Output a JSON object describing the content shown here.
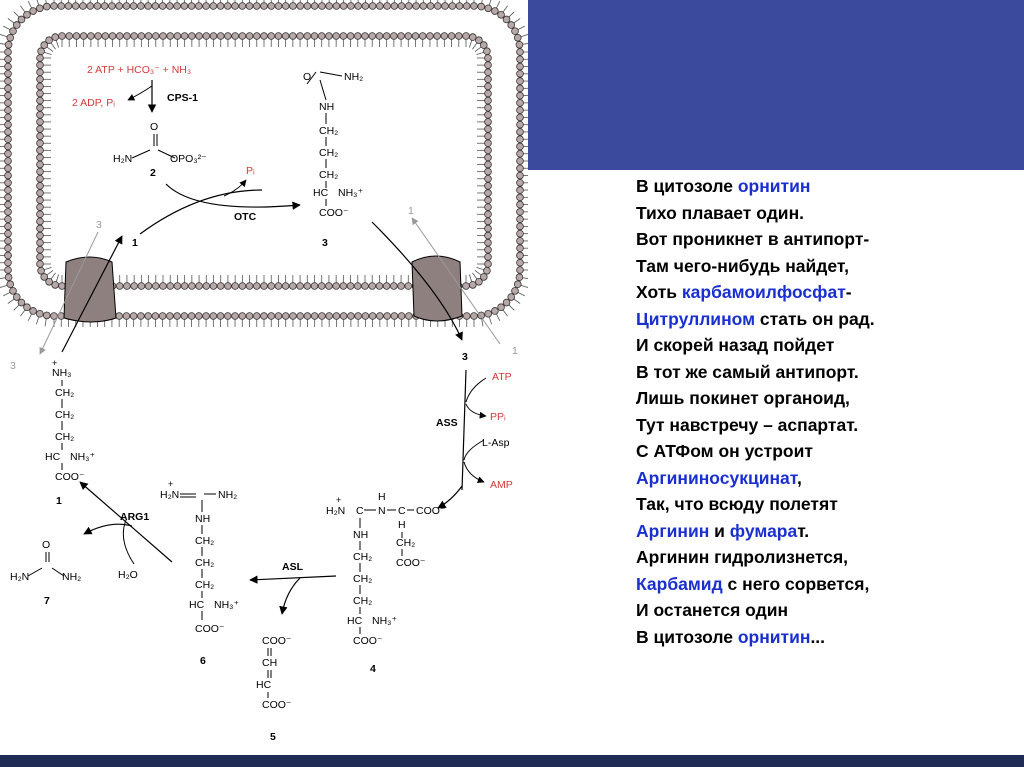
{
  "colors": {
    "header_block": "#3b4a9c",
    "bottom_bar": "#1f2a55",
    "highlight": "#1a2fd0",
    "red_label": "#d33a3a",
    "membrane_head": "#b8a8a8",
    "channel": "#8f8080"
  },
  "poem": {
    "lines": [
      [
        {
          "t": "В цитозоле "
        },
        {
          "t": "орнитин",
          "hl": true
        }
      ],
      [
        {
          "t": "Тихо плавает один."
        }
      ],
      [
        {
          "t": "Вот проникнет в антипорт-"
        }
      ],
      [
        {
          "t": "Там чего-нибудь найдет,"
        }
      ],
      [
        {
          "t": "Хоть "
        },
        {
          "t": "карбамоилфосфат",
          "hl": true
        },
        {
          "t": "-"
        }
      ],
      [
        {
          "t": "Цитруллином",
          "hl": true
        },
        {
          "t": " стать он рад."
        }
      ],
      [
        {
          "t": "И скорей назад пойдет"
        }
      ],
      [
        {
          "t": "В тот же самый антипорт."
        }
      ],
      [
        {
          "t": "Лишь покинет органоид,"
        }
      ],
      [
        {
          "t": "Тут навстречу – аспартат."
        }
      ],
      [
        {
          "t": "С АТФом он устроит"
        }
      ],
      [
        {
          "t": "Аргининосукцинат",
          "hl": true
        },
        {
          "t": ","
        }
      ],
      [
        {
          "t": "Так, что всюду полетят"
        }
      ],
      [
        {
          "t": "Аргинин",
          "hl": true
        },
        {
          "t": " и "
        },
        {
          "t": "фумара",
          "hl": true
        },
        {
          "t": "т."
        }
      ],
      [
        {
          "t": "Аргинин гидролизнется,"
        }
      ],
      [
        {
          "t": "Карбамид",
          "hl": true
        },
        {
          "t": " с него сорвется,"
        }
      ],
      [
        {
          "t": "И останется один"
        }
      ],
      [
        {
          "t": "В цитозоле "
        },
        {
          "t": "орнитин",
          "hl": true
        },
        {
          "t": "..."
        }
      ]
    ]
  },
  "diagram": {
    "reaction_top": "2 ATP + HCO₃⁻ + NH₃",
    "adp": "2 ADP, Pᵢ",
    "cps": "CPS-1",
    "pi": "Pᵢ",
    "otc": "OTC",
    "ass": "ASS",
    "asl": "ASL",
    "arg1": "ARG1",
    "atp": "ATP",
    "ppi": "PPᵢ",
    "asp": "L-Asp",
    "amp": "AMP",
    "h2o": "H₂O",
    "n1": "1",
    "n2": "2",
    "n3": "3",
    "n4": "4",
    "n5": "5",
    "n6": "6",
    "n7": "7",
    "o": "O",
    "nh2": "NH₂",
    "h2n": "H₂N",
    "nh": "NH",
    "ch2": "CH₂",
    "hc": "HC",
    "nh3": "NH₃⁺",
    "coo": "COO⁻",
    "opo3": "OPO₃²⁻",
    "c": "C",
    "ch": "CH",
    "nh3plus": "NH₃",
    "plus": "+",
    "h2n_plus": "H₂N",
    "n": "N",
    "h": "H"
  }
}
